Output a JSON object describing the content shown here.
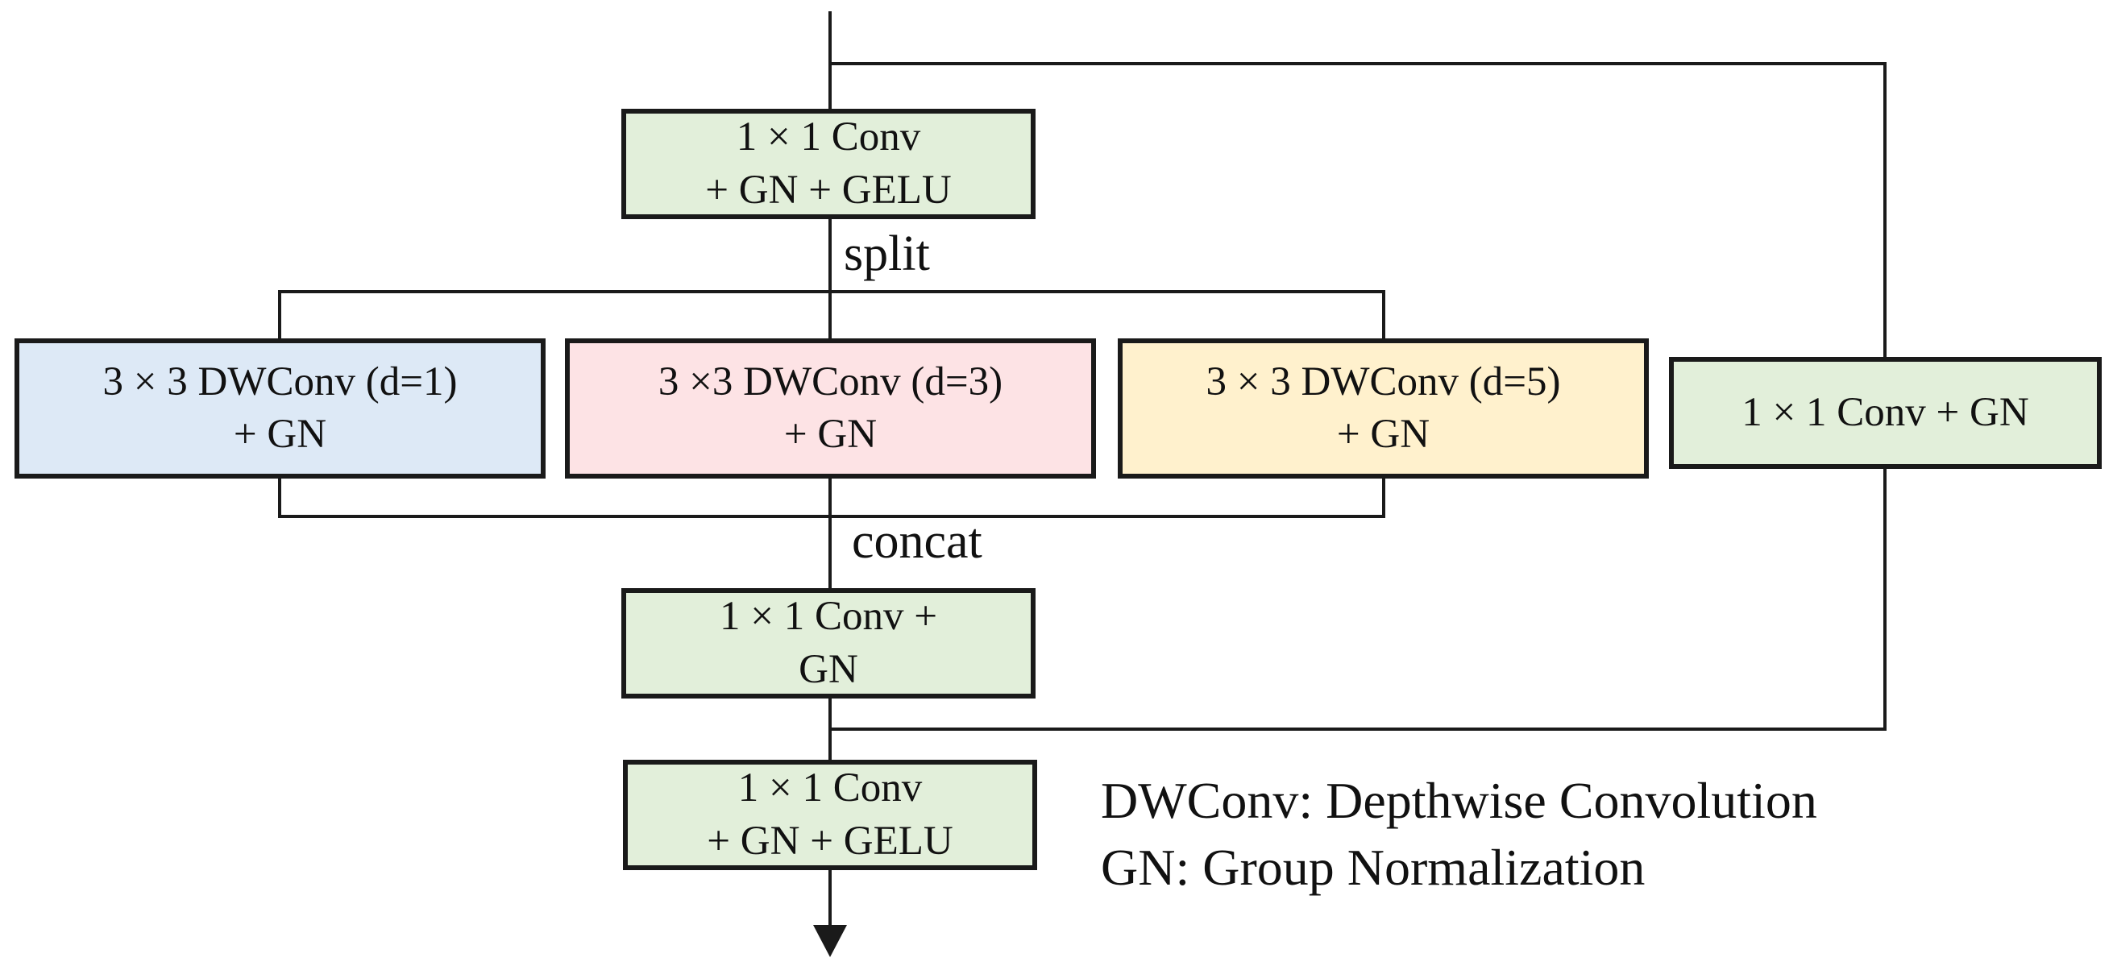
{
  "colors": {
    "line": "#1a1a1a",
    "green_fill": "#e2efda",
    "blue_fill": "#dde9f6",
    "pink_fill": "#fde3e5",
    "yellow_fill": "#fff1cd"
  },
  "boxes": {
    "conv_in": {
      "line1": "1 × 1 Conv",
      "line2": "+ GN + GELU"
    },
    "dwconv_d1": {
      "line1": "3 × 3 DWConv (d=1)",
      "line2": "+ GN"
    },
    "dwconv_d3": {
      "line1": "3 ×3 DWConv (d=3)",
      "line2": "+ GN"
    },
    "dwconv_d5": {
      "line1": "3 × 3 DWConv (d=5)",
      "line2": "+ GN"
    },
    "shortcut": {
      "line1": "1 × 1 Conv + GN"
    },
    "conv_merge": {
      "line1": "1 × 1 Conv +",
      "line2": "GN"
    },
    "conv_out": {
      "line1": "1 × 1 Conv",
      "line2": "+ GN + GELU"
    }
  },
  "labels": {
    "split": "split",
    "concat": "concat"
  },
  "legend": {
    "dwconv": "DWConv: Depthwise Convolution",
    "gn": "GN: Group Normalization"
  }
}
